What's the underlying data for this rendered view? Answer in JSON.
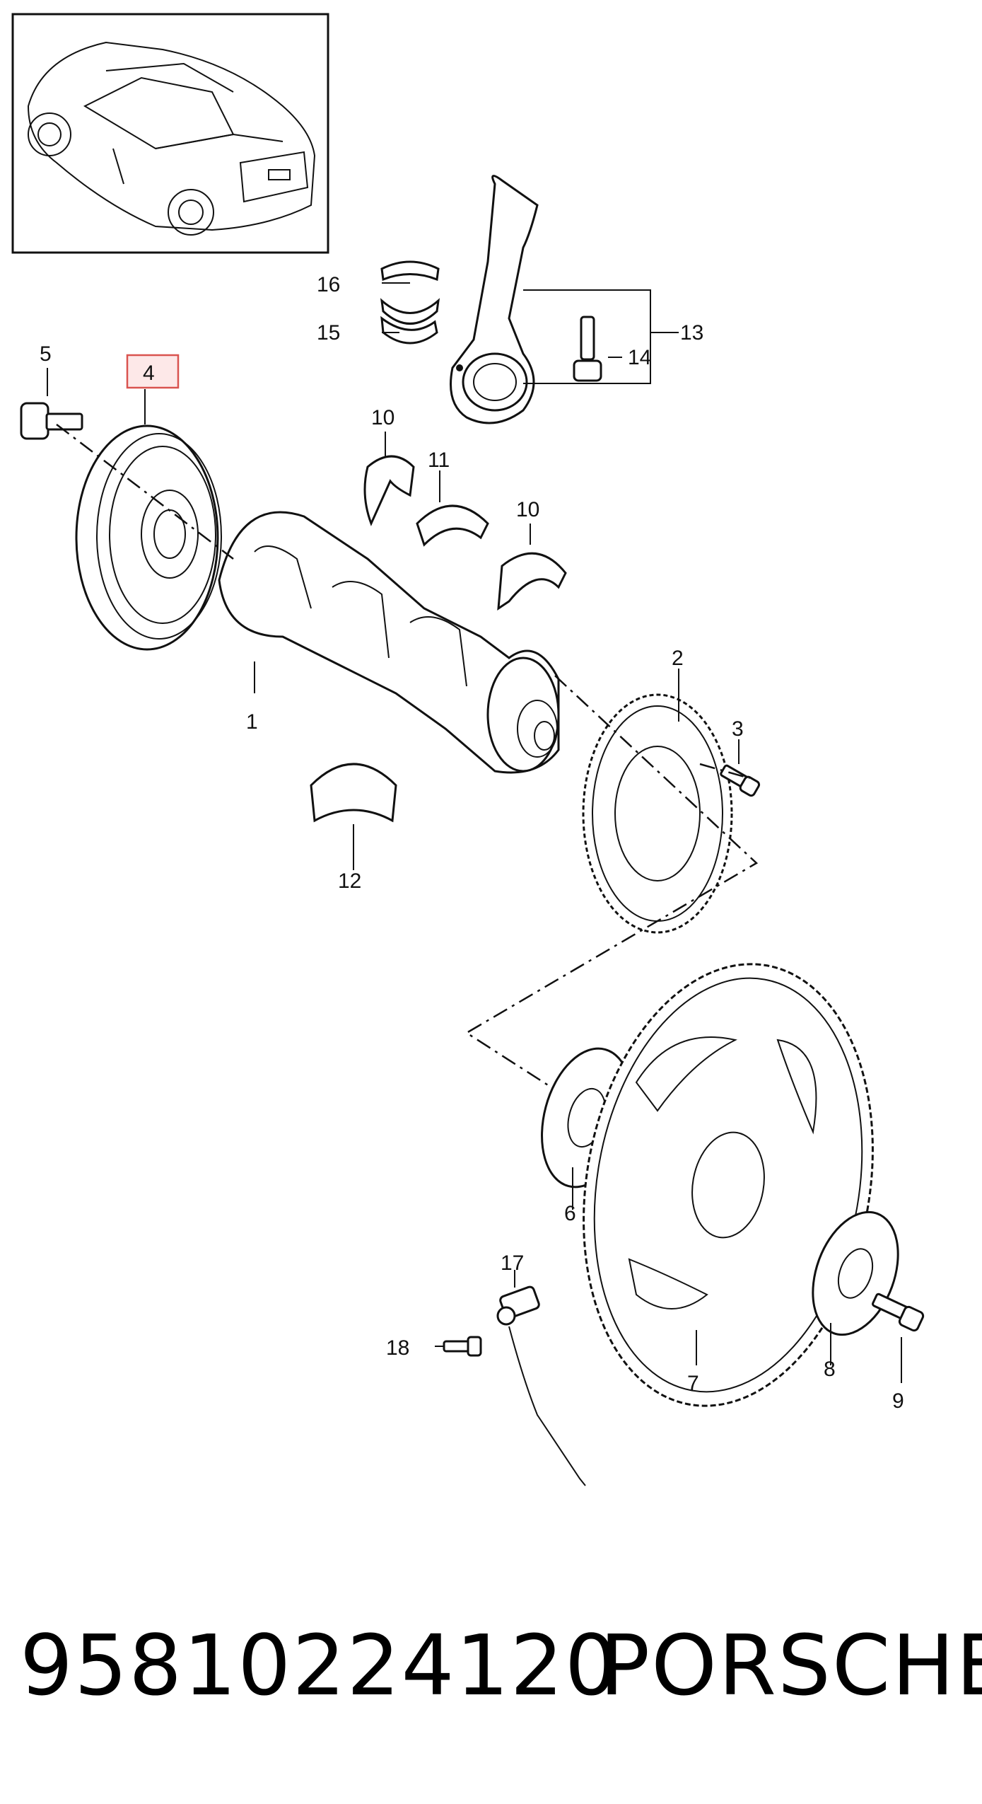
{
  "diagram": {
    "highlighted_callout": "4",
    "callouts": {
      "c1": "1",
      "c2": "2",
      "c3": "3",
      "c4": "4",
      "c5": "5",
      "c6": "6",
      "c7": "7",
      "c8": "8",
      "c9": "9",
      "c10a": "10",
      "c10b": "10",
      "c11": "11",
      "c12": "12",
      "c13": "13",
      "c14": "14",
      "c15": "15",
      "c16": "16",
      "c17": "17",
      "c18": "18"
    },
    "colors": {
      "highlight_border": "#d9534f",
      "highlight_fill": "#fde8e8",
      "line": "#111111"
    }
  },
  "caption": {
    "part_number": "95810224120",
    "brand": "PORSCHE"
  }
}
